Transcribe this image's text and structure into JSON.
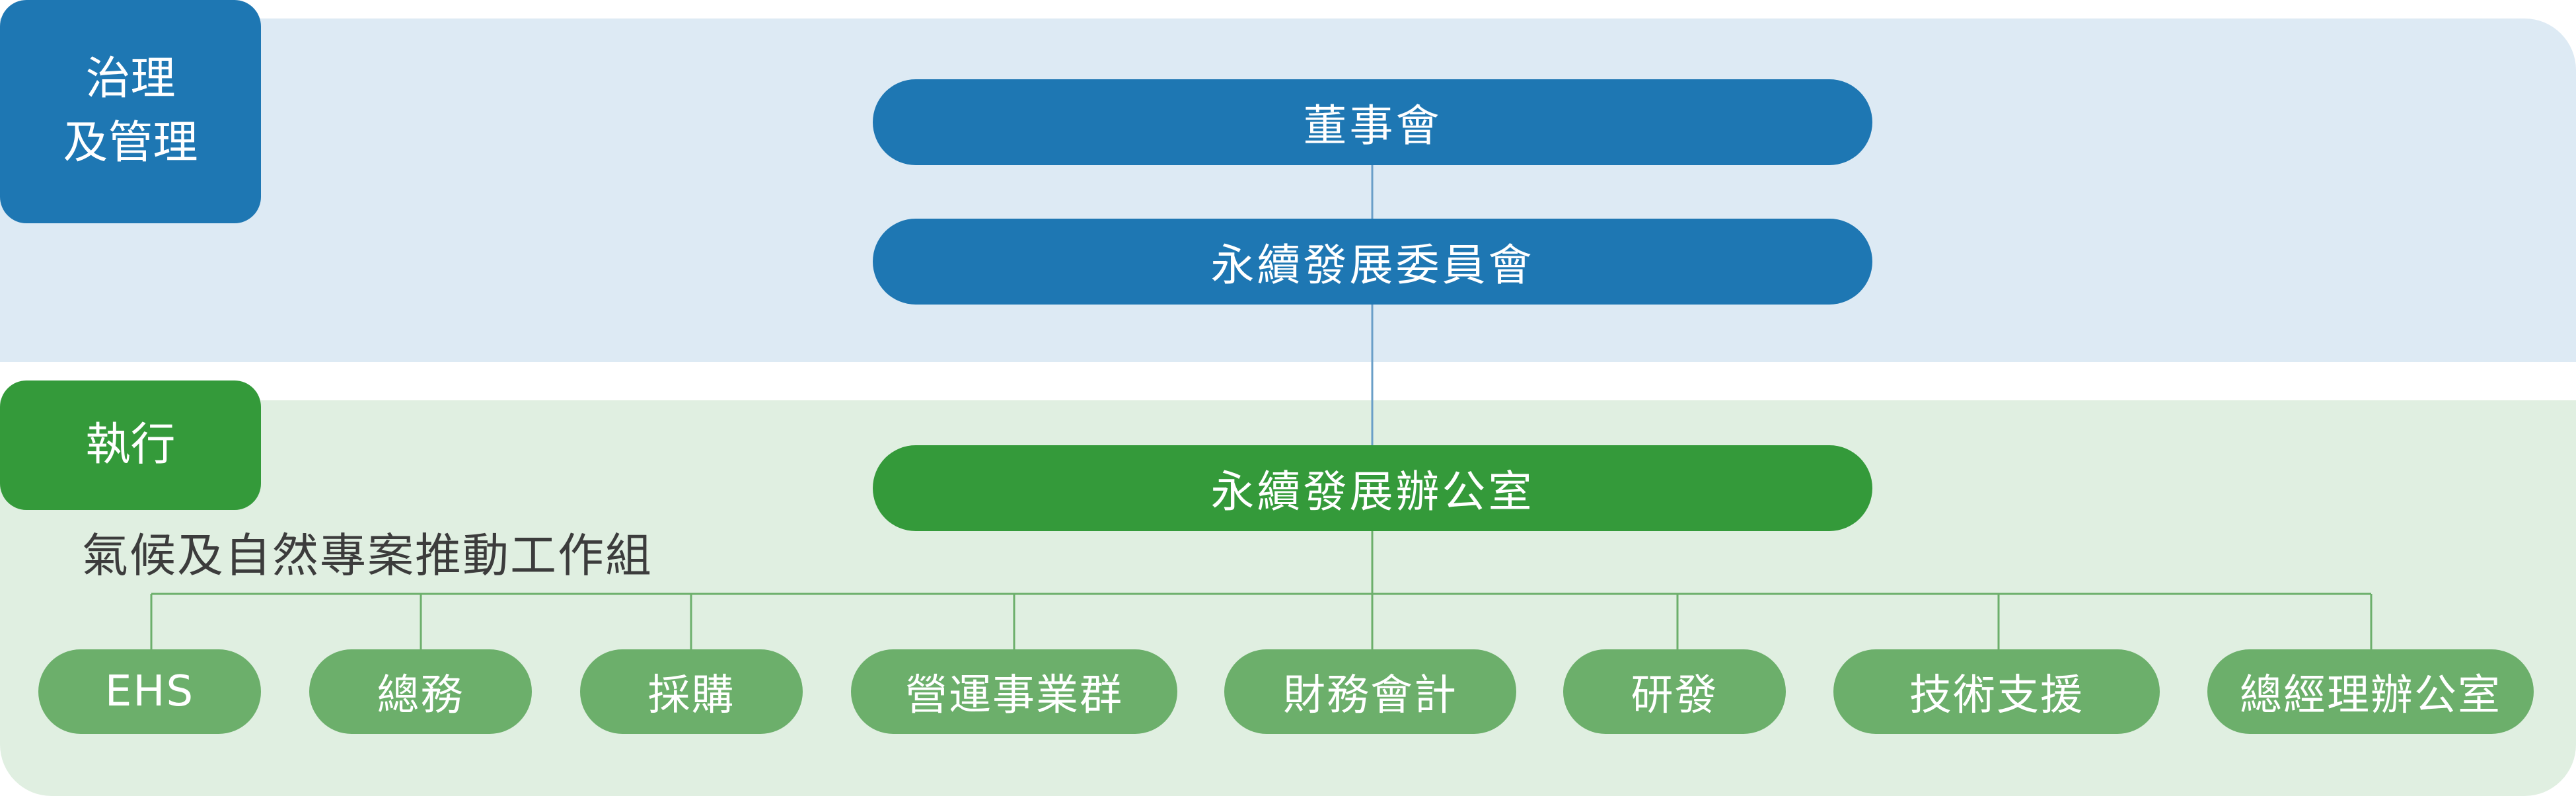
{
  "governance_tag": [
    "治理",
    "及管理"
  ],
  "execution_tag": "執行",
  "board": "董事會",
  "committee": "永續發展委員會",
  "office": "永續發展辦公室",
  "taskforce_label": "氣候及自然專案推動工作組",
  "departments": [
    "EHS",
    "總務",
    "採購",
    "營運事業群",
    "財務會計",
    "研發",
    "技術支援",
    "總經理辦公室"
  ],
  "colors": {
    "governance_band": "#ddeaf4",
    "execution_band": "#e0efe1",
    "primary_blue": "#1e77b3",
    "primary_green": "#349a3a",
    "light_green": "#6caf6b",
    "connector_blue": "#6a9fc8",
    "connector_green": "#6caf6b"
  }
}
